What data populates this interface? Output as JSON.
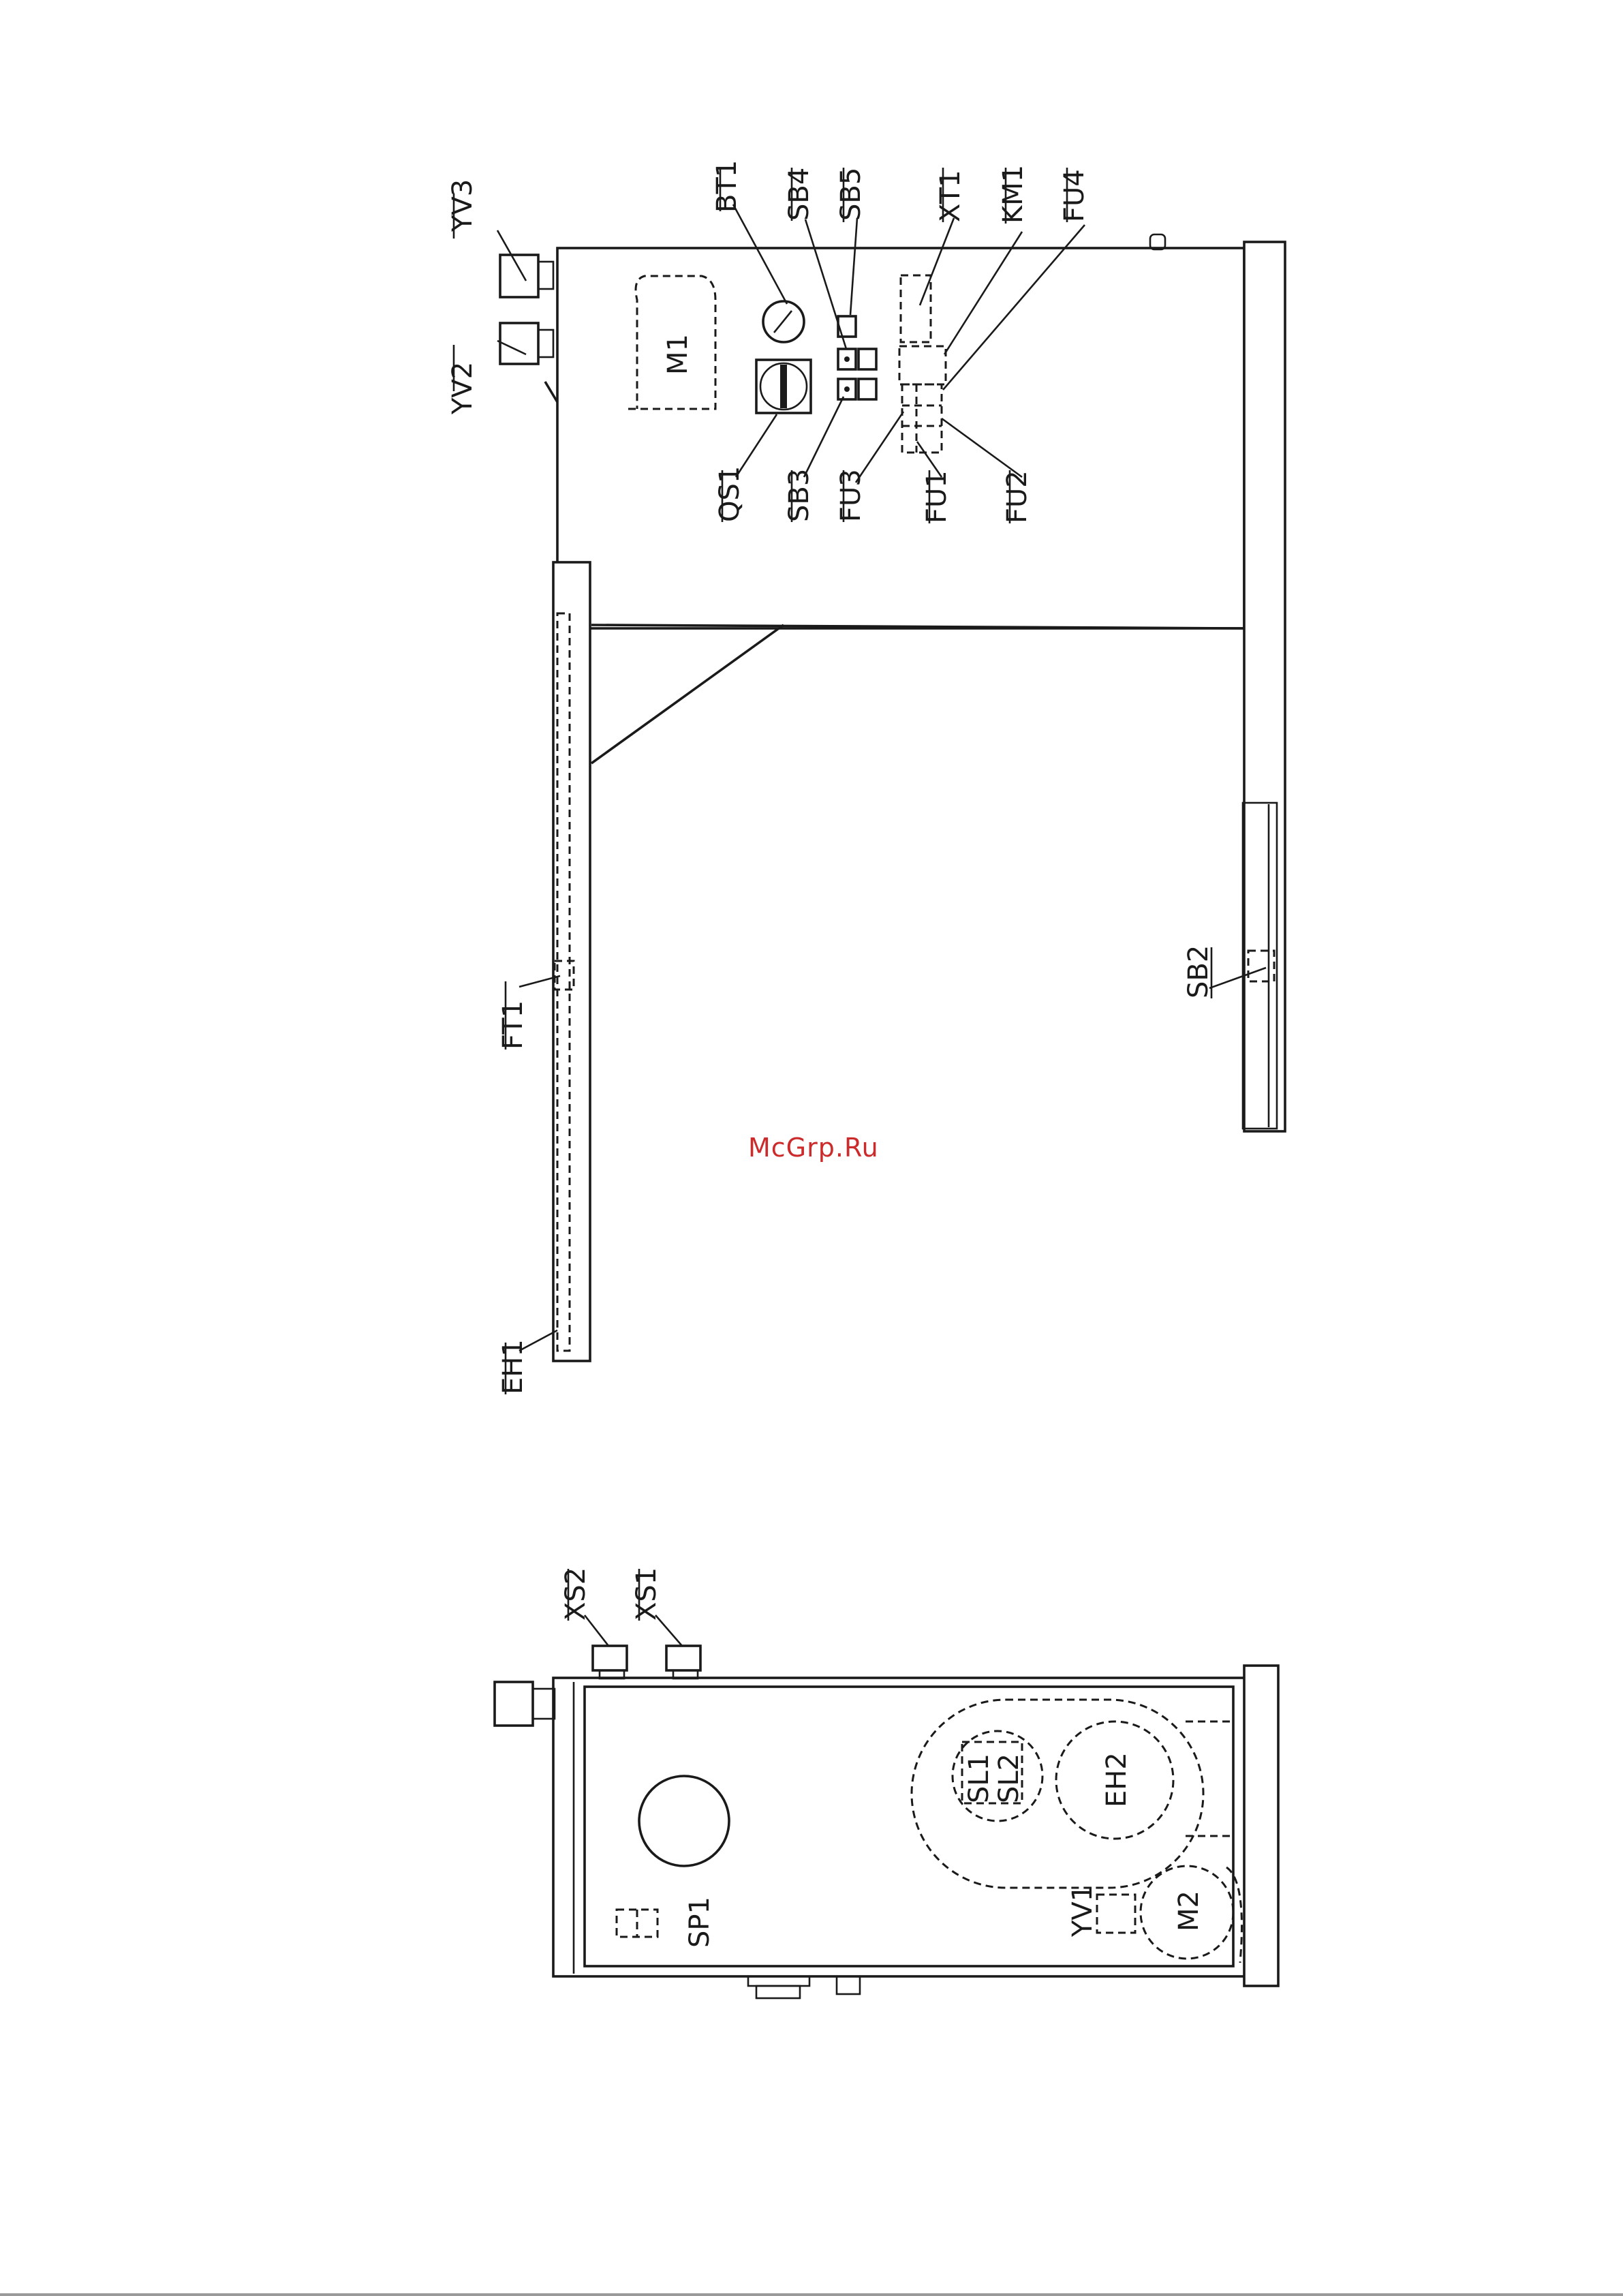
{
  "watermark": {
    "text": "McGrp.Ru",
    "color": "#cc2b2b"
  },
  "top_view": {
    "labels": {
      "YV3": "YV3",
      "YV2": "YV2",
      "BT1": "BT1",
      "SB4": "SB4",
      "SB5": "SB5",
      "XT1": "XT1",
      "KM1": "KM1",
      "FU4": "FU4",
      "M1": "M1",
      "QS1": "QS1",
      "SB3": "SB3",
      "FU3": "FU3",
      "FU1": "FU1",
      "FU2": "FU2",
      "FT1": "FT1",
      "EH1": "EH1",
      "SB2": "SB2"
    }
  },
  "bottom_view": {
    "labels": {
      "XS2": "XS2",
      "XS1": "XS1",
      "SL1": "SL1",
      "SL2": "SL2",
      "EH2": "EH2",
      "SP1": "SP1",
      "YV1": "YV1",
      "M2": "M2"
    }
  }
}
